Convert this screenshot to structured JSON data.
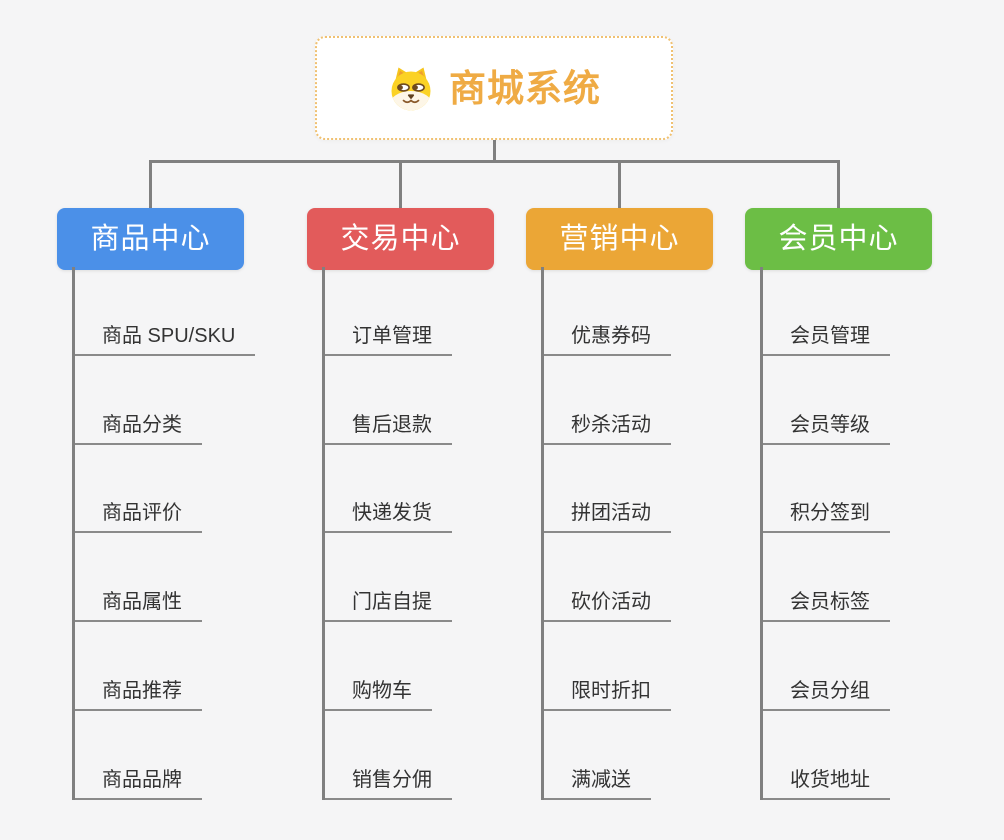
{
  "root": {
    "title": "商城系统",
    "icon": "dog-face-icon"
  },
  "branches": [
    {
      "label": "商品中心",
      "color": "#4b90e8",
      "children": [
        "商品 SPU/SKU",
        "商品分类",
        "商品评价",
        "商品属性",
        "商品推荐",
        "商品品牌"
      ]
    },
    {
      "label": "交易中心",
      "color": "#e25b5b",
      "children": [
        "订单管理",
        "售后退款",
        "快递发货",
        "门店自提",
        "购物车",
        "销售分佣"
      ]
    },
    {
      "label": "营销中心",
      "color": "#eba636",
      "children": [
        "优惠券码",
        "秒杀活动",
        "拼团活动",
        "砍价活动",
        "限时折扣",
        "满减送"
      ]
    },
    {
      "label": "会员中心",
      "color": "#6cbe45",
      "children": [
        "会员管理",
        "会员等级",
        "积分签到",
        "会员标签",
        "会员分组",
        "收货地址"
      ]
    }
  ],
  "colors": {
    "background": "#f5f5f6",
    "connector": "#808080",
    "root_border": "#f0c172",
    "root_text": "#efab44",
    "leaf_text": "#333333",
    "leaf_underline": "#8a8a8a"
  }
}
